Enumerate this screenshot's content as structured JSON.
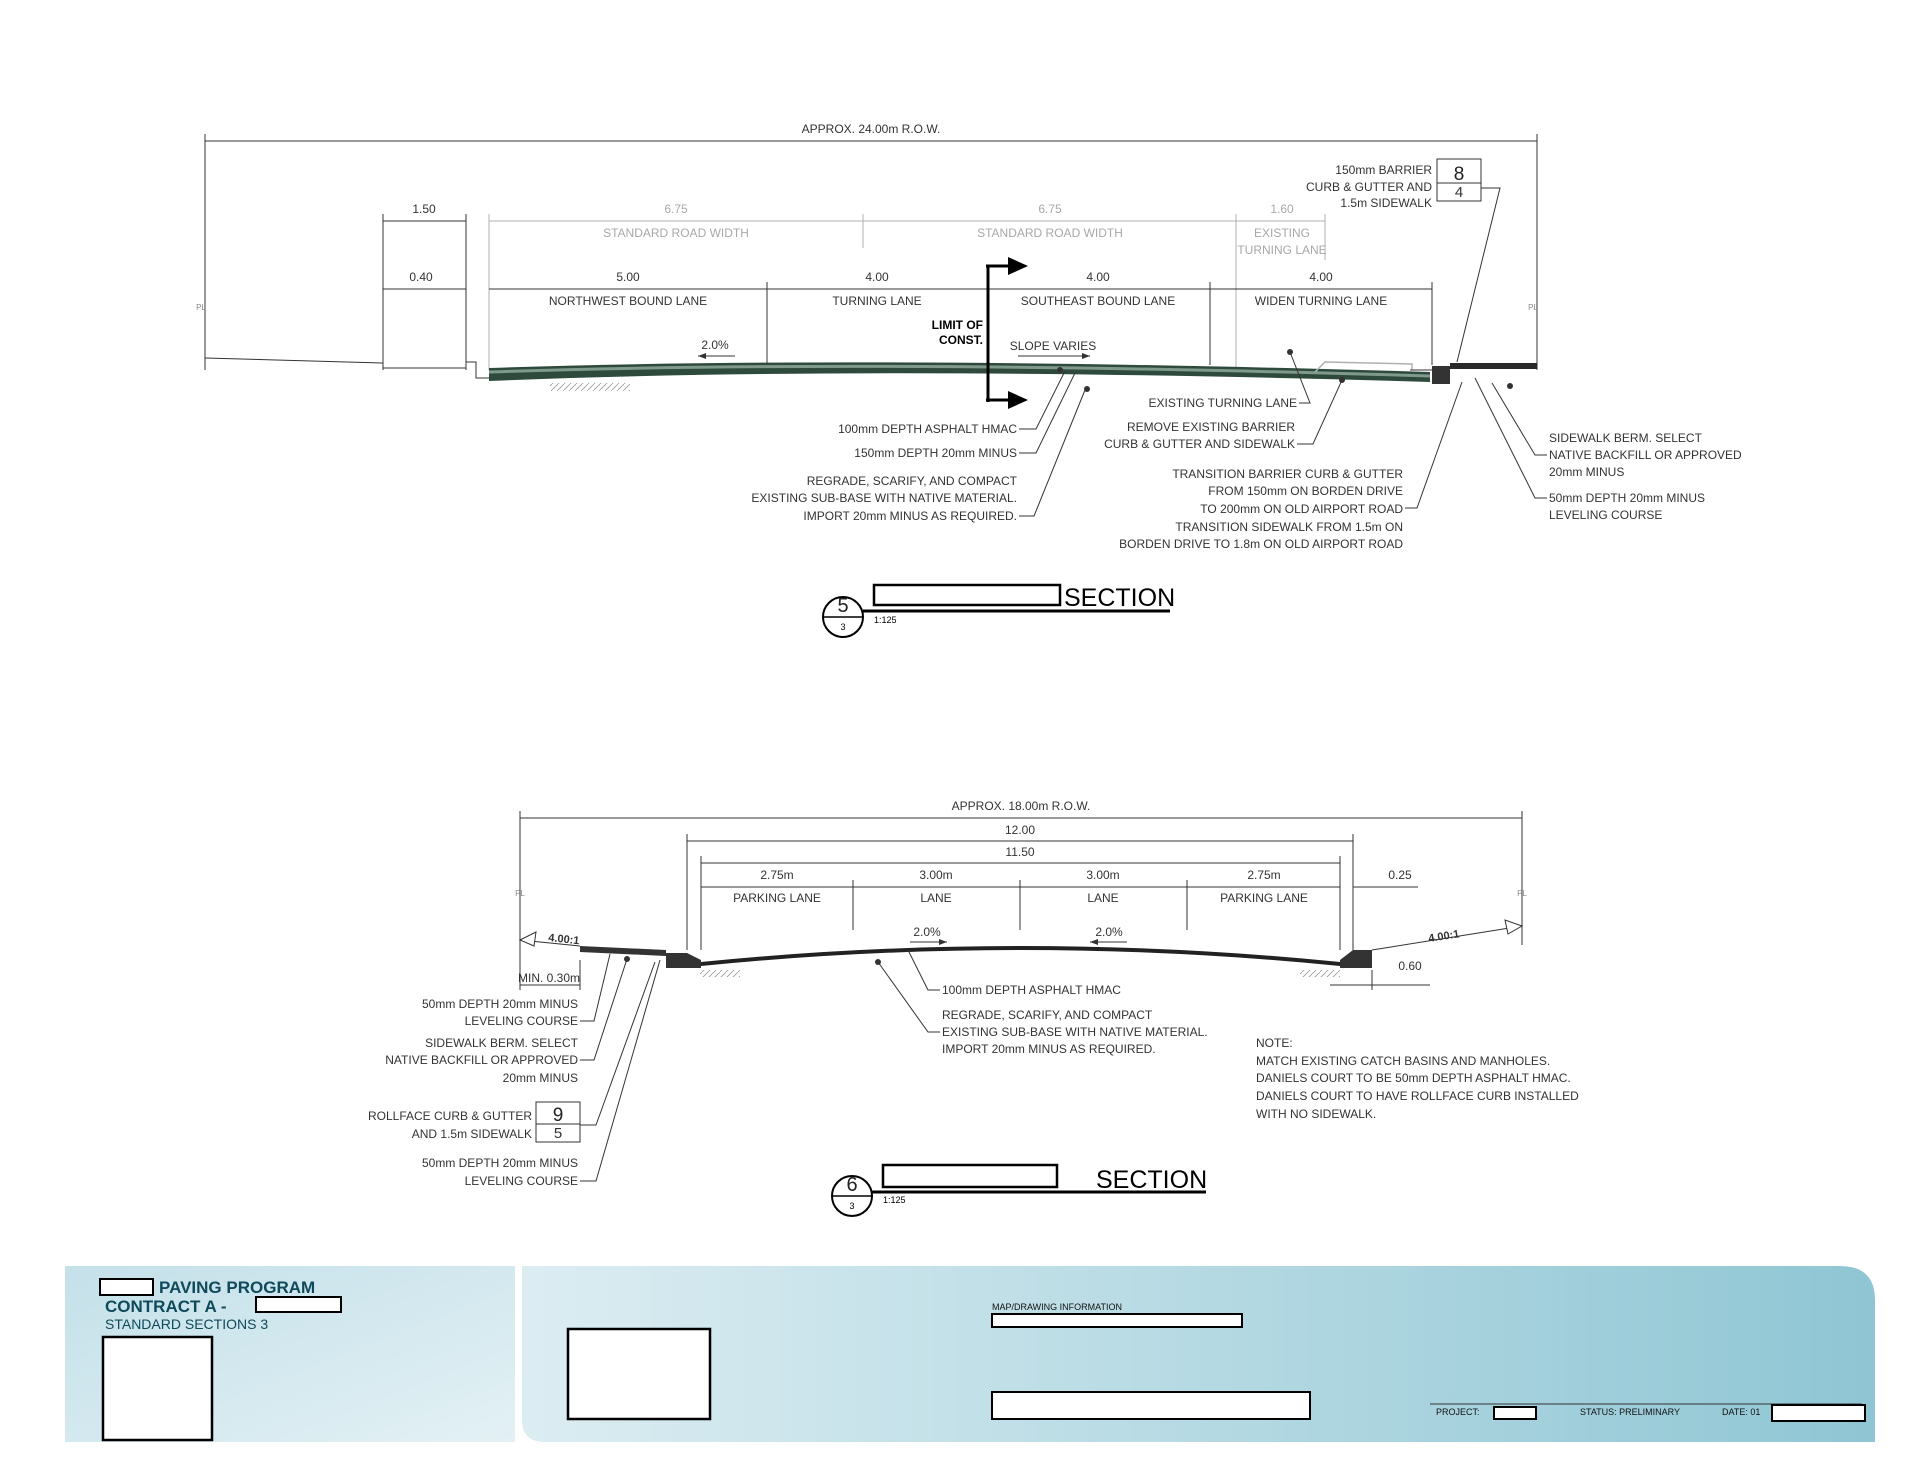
{
  "section5": {
    "row_label": "APPROX. 24.00m R.O.W.",
    "dim_150": "1.50",
    "dim_675a": "6.75",
    "dim_675b": "6.75",
    "dim_160": "1.60",
    "std_width_a": "STANDARD ROAD WIDTH",
    "std_width_b": "STANDARD ROAD WIDTH",
    "existing_turning": [
      "EXISTING",
      "TURNING LANE"
    ],
    "dim_040": "0.40",
    "dim_500": "5.00",
    "dim_400a": "4.00",
    "dim_400b": "4.00",
    "dim_400c": "4.00",
    "lane_nw": "NORTHWEST BOUND LANE",
    "lane_turning": "TURNING LANE",
    "lane_se": "SOUTHEAST BOUND LANE",
    "lane_widen": "WIDEN TURNING LANE",
    "limit_const": [
      "LIMIT OF",
      "CONST."
    ],
    "slope_varies": "SLOPE VARIES",
    "slope_pct": "2.0%",
    "pl_left": "PL",
    "pl_right": "PL",
    "callout_ref": {
      "text": [
        "150mm BARRIER",
        "CURB & GUTTER AND",
        "1.5m SIDEWALK"
      ],
      "top": "8",
      "bottom": "4"
    },
    "note_asphalt": "100mm DEPTH ASPHALT HMAC",
    "note_minus": "150mm DEPTH 20mm MINUS",
    "note_regrade": [
      "REGRADE, SCARIFY, AND COMPACT",
      "EXISTING SUB-BASE WITH NATIVE MATERIAL.",
      "IMPORT 20mm MINUS AS REQUIRED."
    ],
    "note_existing_turning": "EXISTING TURNING LANE",
    "note_remove": [
      "REMOVE EXISTING BARRIER",
      "CURB & GUTTER AND SIDEWALK"
    ],
    "note_transition": [
      "TRANSITION BARRIER CURB & GUTTER",
      "FROM 150mm ON BORDEN DRIVE",
      "TO 200mm ON OLD AIRPORT ROAD",
      "TRANSITION SIDEWALK FROM 1.5m ON",
      "BORDEN DRIVE TO 1.8m ON OLD AIRPORT ROAD"
    ],
    "note_berm": [
      "SIDEWALK BERM. SELECT",
      "NATIVE BACKFILL OR APPROVED",
      "20mm MINUS"
    ],
    "note_leveling": [
      "50mm DEPTH 20mm MINUS",
      "LEVELING COURSE"
    ],
    "title": {
      "num": "5",
      "sheet": "3",
      "word": "SECTION",
      "scale": "1:125"
    }
  },
  "section6": {
    "row_label": "APPROX. 18.00m R.O.W.",
    "dim_1200": "12.00",
    "dim_1150": "11.50",
    "dim_275a": "2.75m",
    "dim_300a": "3.00m",
    "dim_300b": "3.00m",
    "dim_275b": "2.75m",
    "dim_025": "0.25",
    "dim_060": "0.60",
    "lane_parking_a": "PARKING LANE",
    "lane_a": "LANE",
    "lane_b": "LANE",
    "lane_parking_b": "PARKING LANE",
    "slope_a": "2.0%",
    "slope_b": "2.0%",
    "slope_left": "4.00:1",
    "slope_right": "4.00:1",
    "min_030": "MIN. 0.30m",
    "pl_left": "PL",
    "pl_right": "PL",
    "note_leveling_a": [
      "50mm DEPTH 20mm MINUS",
      "LEVELING COURSE"
    ],
    "note_berm": [
      "SIDEWALK BERM. SELECT",
      "NATIVE BACKFILL OR APPROVED",
      "20mm MINUS"
    ],
    "callout_ref": {
      "text": [
        "ROLLFACE CURB & GUTTER",
        "AND 1.5m SIDEWALK"
      ],
      "top": "9",
      "bottom": "5"
    },
    "note_leveling_b": [
      "50mm DEPTH 20mm MINUS",
      "LEVELING COURSE"
    ],
    "note_asphalt": "100mm DEPTH ASPHALT HMAC",
    "note_regrade": [
      "REGRADE, SCARIFY, AND COMPACT",
      "EXISTING SUB-BASE WITH NATIVE MATERIAL.",
      "IMPORT 20mm MINUS AS REQUIRED."
    ],
    "note_general": [
      "NOTE:",
      "MATCH EXISTING CATCH BASINS AND MANHOLES.",
      "DANIELS COURT TO BE 50mm DEPTH ASPHALT HMAC.",
      "DANIELS COURT TO HAVE ROLLFACE CURB INSTALLED",
      "WITH NO SIDEWALK."
    ],
    "title": {
      "num": "6",
      "sheet": "3",
      "word": "SECTION",
      "scale": "1:125"
    }
  },
  "titleblock": {
    "program": "PAVING PROGRAM",
    "contract": "CONTRACT A -",
    "sheet_title": "STANDARD SECTIONS 3",
    "map_info": "MAP/DRAWING INFORMATION",
    "project_label": "PROJECT:",
    "status": "STATUS: PRELIMINARY",
    "date_label": "DATE: 01"
  },
  "colors": {
    "asphalt": "#2e4a3c",
    "asphalt_light": "#7f9a8a",
    "titleblock_left": "#cfe6ee",
    "titleblock_right": "#a8d3df"
  }
}
